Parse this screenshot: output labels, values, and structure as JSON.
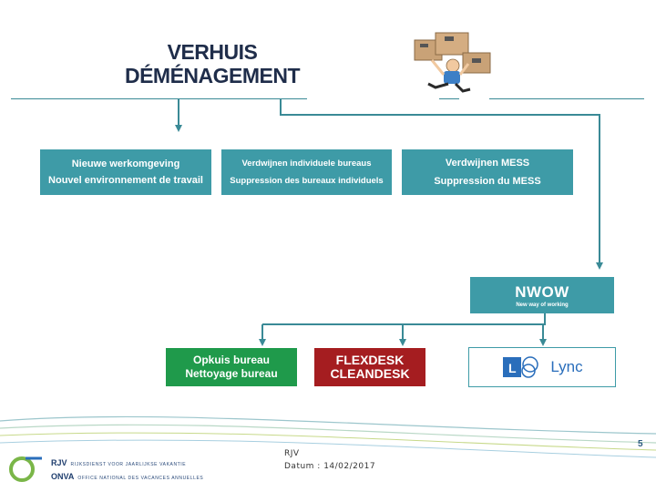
{
  "title": {
    "line1": "VERHUIS",
    "line2": "DÉMÉNAGEMENT"
  },
  "top_boxes": [
    {
      "nl": "Nieuwe werkomgeving",
      "fr": "Nouvel environnement de travail"
    },
    {
      "nl": "Verdwijnen individuele bureaus",
      "fr": "Suppression des bureaux individuels"
    },
    {
      "nl": "Verdwijnen MESS",
      "fr": "Suppression du MESS"
    }
  ],
  "nwow": {
    "title": "NWOW",
    "subtitle": "New way of working"
  },
  "bottom_boxes": {
    "opkuis": {
      "nl": "Opkuis bureau",
      "fr": "Nettoyage bureau"
    },
    "flexdesk": {
      "line1": "FLEXDESK",
      "line2": "CLEANDESK"
    },
    "lync": {
      "text": "Lync"
    }
  },
  "footer": {
    "org": "RJV",
    "date": "Datum : 14/02/2017",
    "page": "5",
    "logo_rjv": "RJV",
    "logo_rjv_text": "RIJKSDIENST VOOR JAARLIJKSE VAKANTIE",
    "logo_onva": "ONVA",
    "logo_onva_text": "OFFICE NATIONAL DES VACANCES ANNUELLES"
  },
  "colors": {
    "teal": "#3e9ba7",
    "green": "#1f9a4b",
    "red": "#a51d20",
    "navy": "#1f2d4a"
  }
}
